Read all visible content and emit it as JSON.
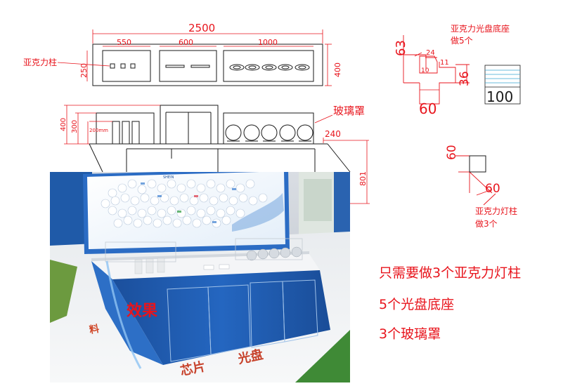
{
  "top_view": {
    "total_width": "2500",
    "sections": [
      "550",
      "600",
      "1000"
    ],
    "height_left": "250",
    "height_right": "400",
    "label_acrylic_pillar": "亚克力柱"
  },
  "front_view": {
    "label_glass_cover": "玻璃罩",
    "height_400": "400",
    "height_300": "300",
    "height_200": "200mm",
    "width_240": "240",
    "height_801": "801"
  },
  "disc_base": {
    "title_line1": "亚克力光盘底座",
    "title_line2": "做5个",
    "dim_63": "63",
    "dim_24": "24",
    "dim_11": "11",
    "dim_10": "10",
    "dim_36": "36",
    "dim_60": "60",
    "dim_100": "100"
  },
  "light_pillar": {
    "dim_60_top": "60",
    "dim_60_bottom": "60",
    "label_line1": "亚克力灯柱",
    "label_line2": "做3个"
  },
  "render": {
    "label_effect": "效果",
    "floor_text_1": "芯片",
    "floor_text_2": "光盘"
  },
  "notes": [
    "只需要做3个亚克力灯柱",
    "5个光盘底座",
    "3个玻璃罩"
  ],
  "colors": {
    "annotation_red": "#e8141c",
    "booth_blue": "#1d5fb0",
    "floor_white": "#eef0f2"
  }
}
